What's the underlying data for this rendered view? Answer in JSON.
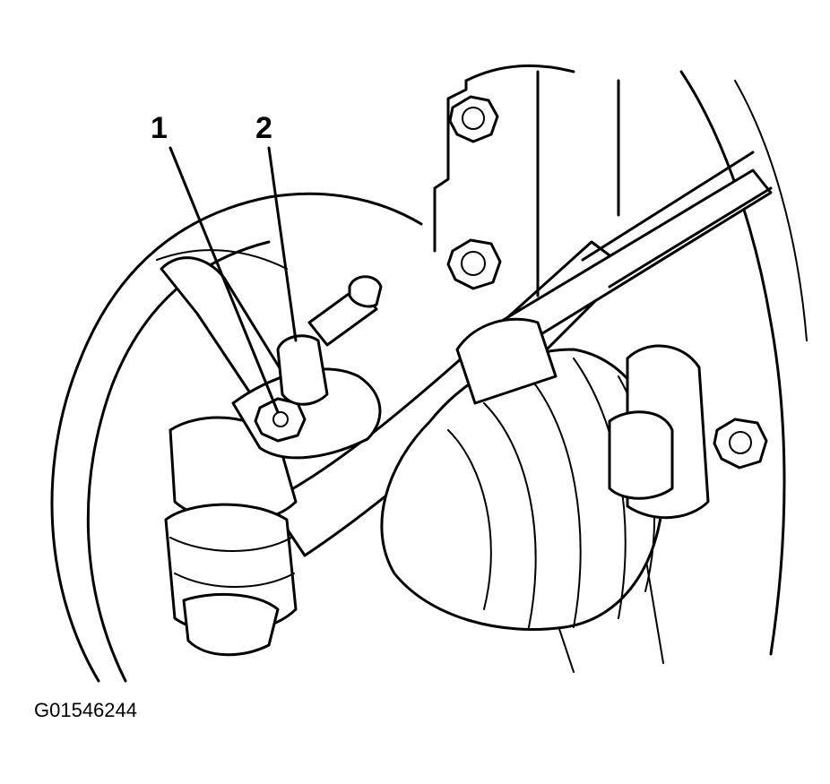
{
  "diagram": {
    "callouts": [
      {
        "label": "1",
        "part": "tie-rod-end-jam-nut"
      },
      {
        "label": "2",
        "part": "tie-rod-end-seal"
      }
    ],
    "figure_id": "G01546244",
    "colors": {
      "line": "#000000",
      "background": "#ffffff"
    }
  }
}
